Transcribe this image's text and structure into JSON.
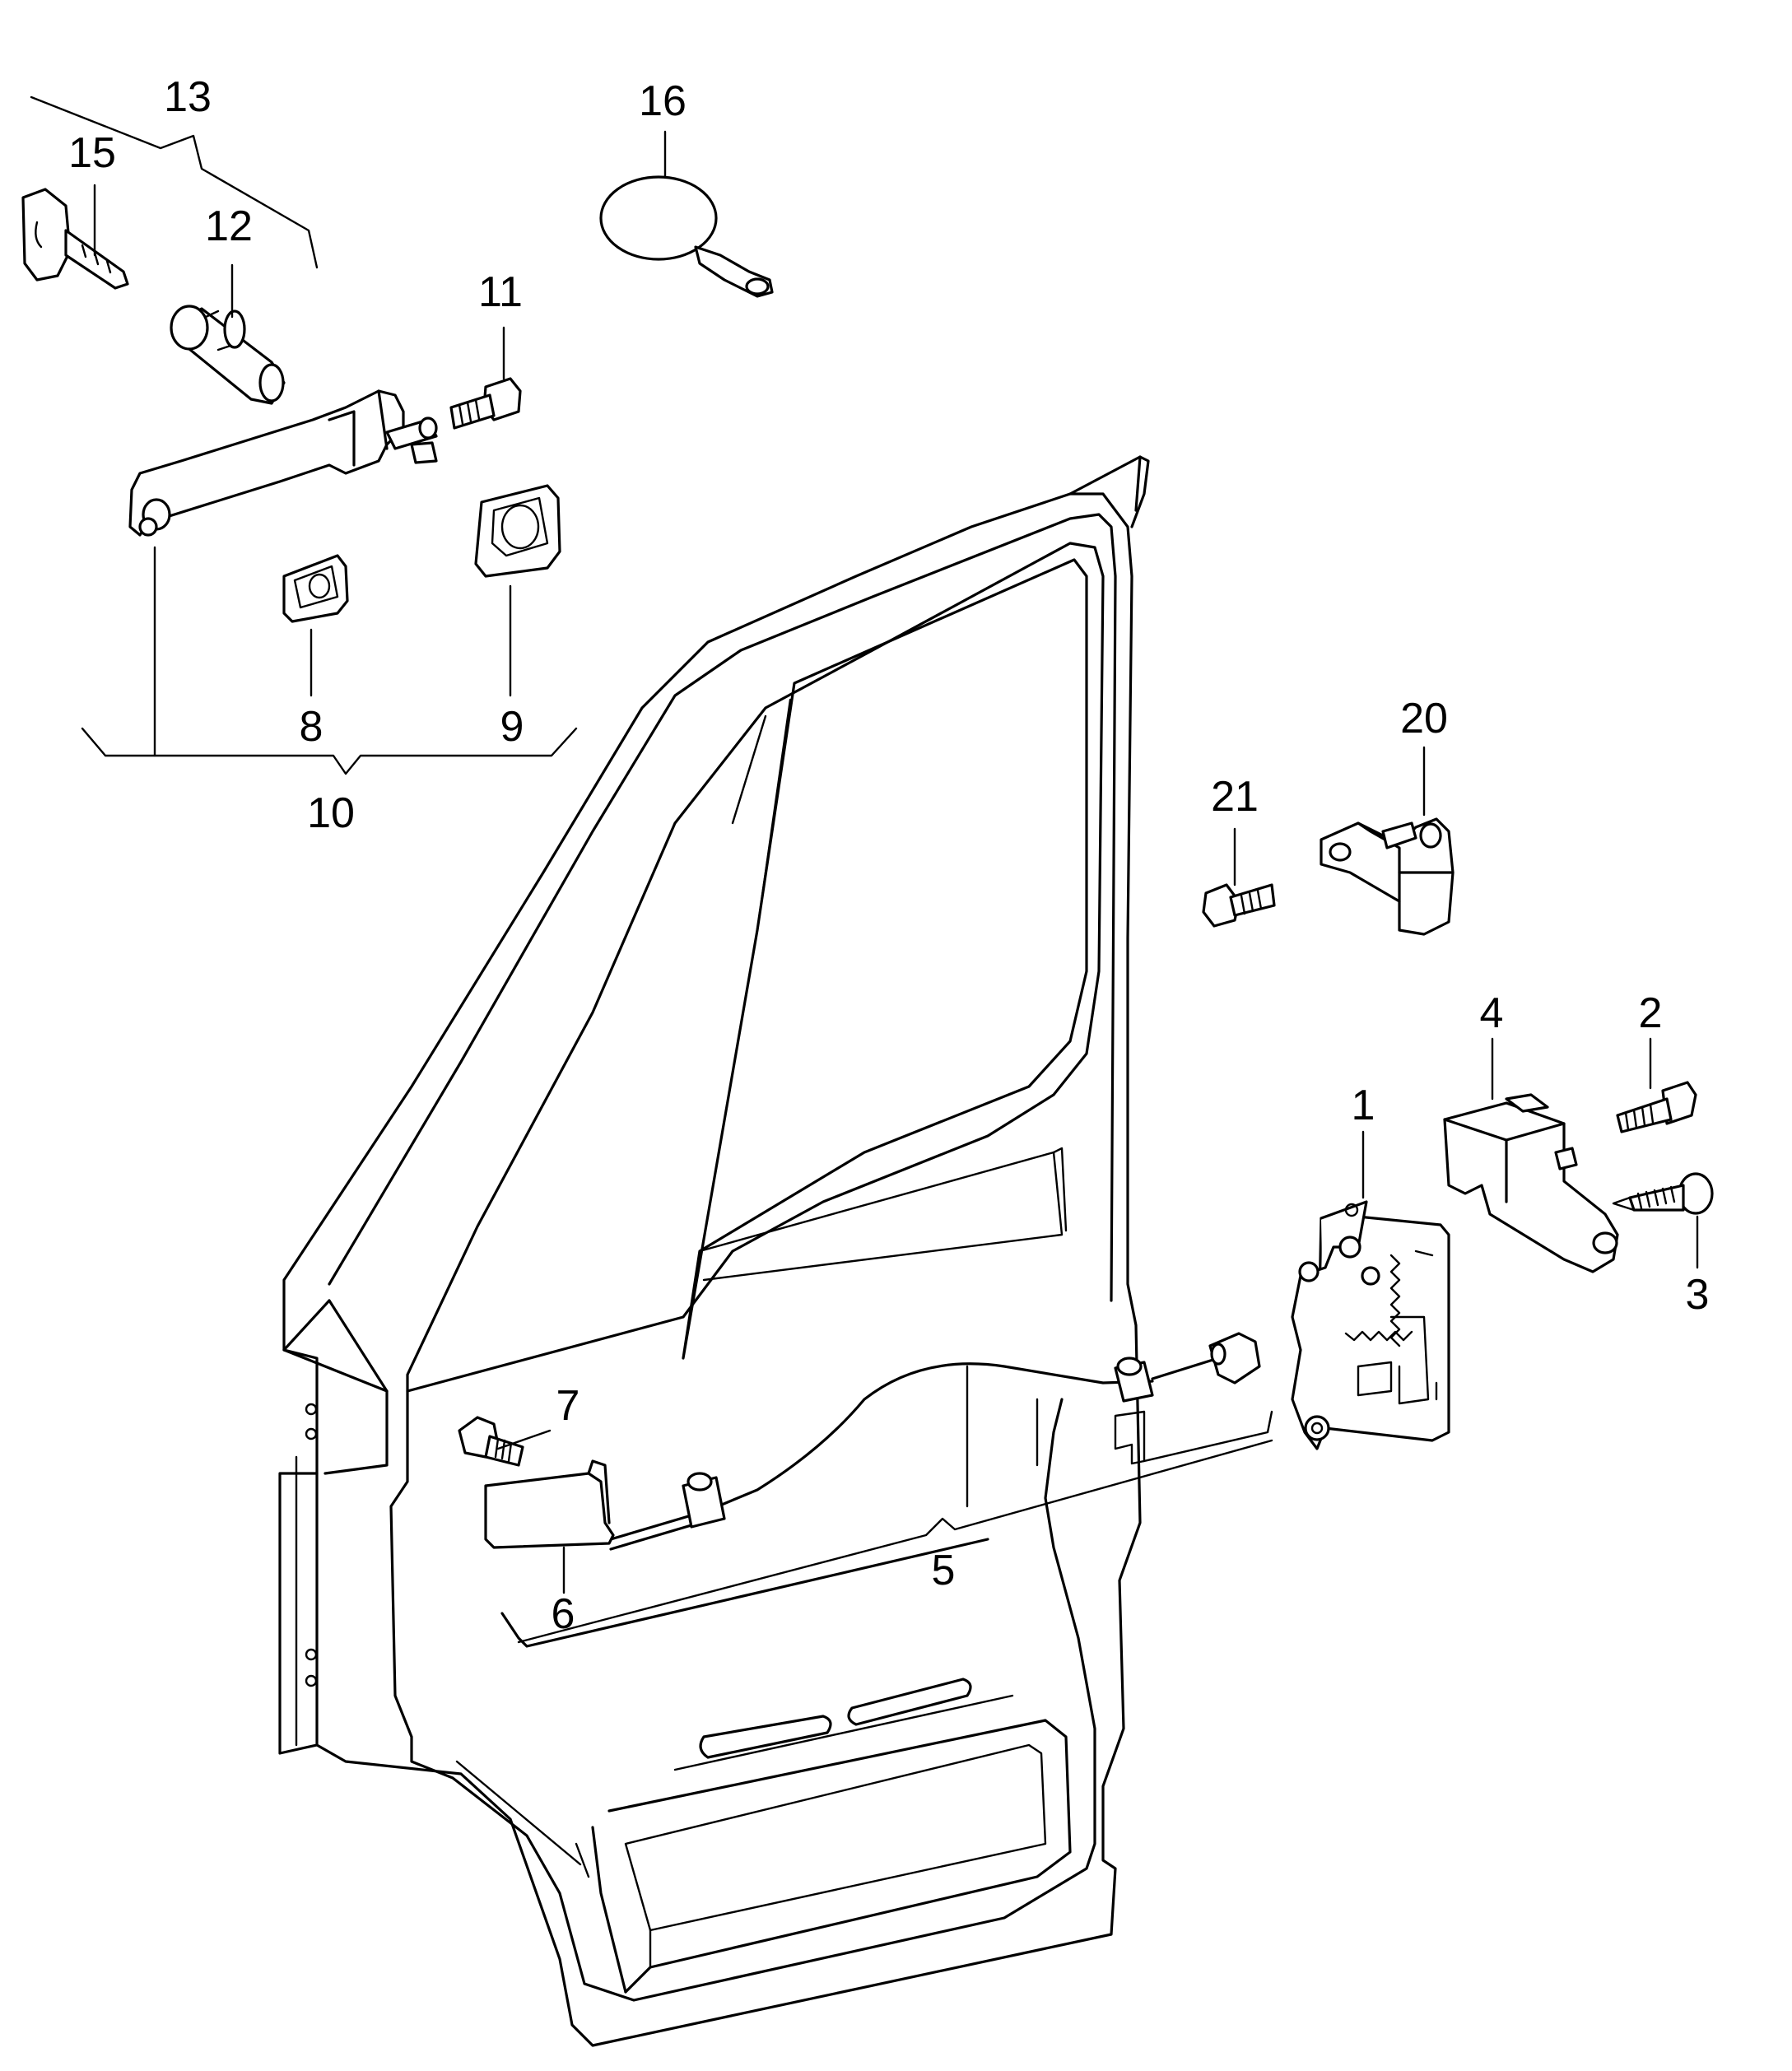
{
  "diagram": {
    "line_color": "#000000",
    "background": "#ffffff",
    "callouts": {
      "c1": "1",
      "c2": "2",
      "c3": "3",
      "c4": "4",
      "c5": "5",
      "c6": "6",
      "c7": "7",
      "c8": "8",
      "c9": "9",
      "c10": "10",
      "c11": "11",
      "c12": "12",
      "c13": "13",
      "c15": "15",
      "c16": "16",
      "c20": "20",
      "c21": "21"
    }
  }
}
